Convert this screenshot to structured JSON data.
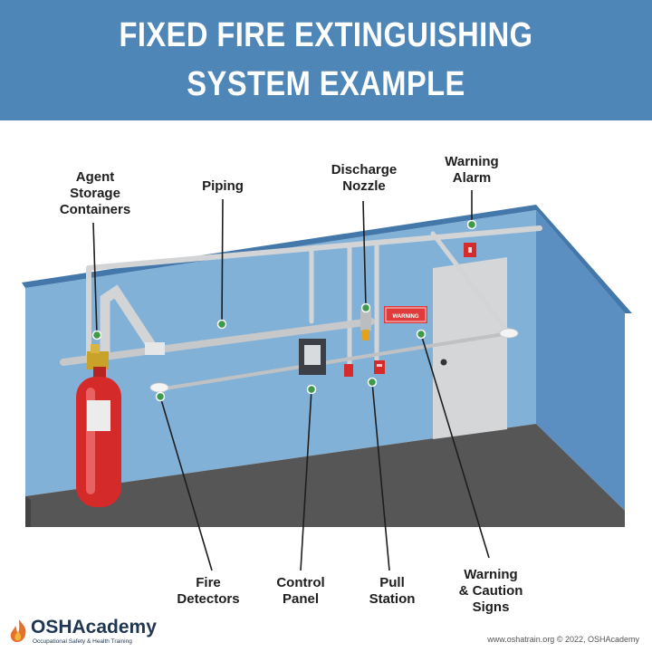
{
  "title": {
    "line1": "FIXED FIRE EXTINGUISHING",
    "line2": "SYSTEM EXAMPLE"
  },
  "labels": {
    "agent_storage": [
      "Agent",
      "Storage",
      "Containers"
    ],
    "piping": [
      "Piping"
    ],
    "discharge_nozzle": [
      "Discharge",
      "Nozzle"
    ],
    "warning_alarm": [
      "Warning",
      "Alarm"
    ],
    "fire_detectors": [
      "Fire",
      "Detectors"
    ],
    "control_panel": [
      "Control",
      "Panel"
    ],
    "pull_station": [
      "Pull",
      "Station"
    ],
    "warning_signs": [
      "Warning",
      "& Caution",
      "Signs"
    ]
  },
  "sign_text": "WARNING",
  "logo": {
    "name": "OSHAcademy",
    "tagline": "Occupational Safety & Health Training"
  },
  "credit": "www.oshatrain.org © 2022, OSHAcademy",
  "colors": {
    "header": "#4f86b8",
    "wall": "#82b1d8",
    "side_wall": "#5c8fc1",
    "floor": "#565656",
    "extinguisher": "#d42a2a",
    "leader_dot": "#3c9a4a",
    "pipe": "#d2d4d6"
  }
}
